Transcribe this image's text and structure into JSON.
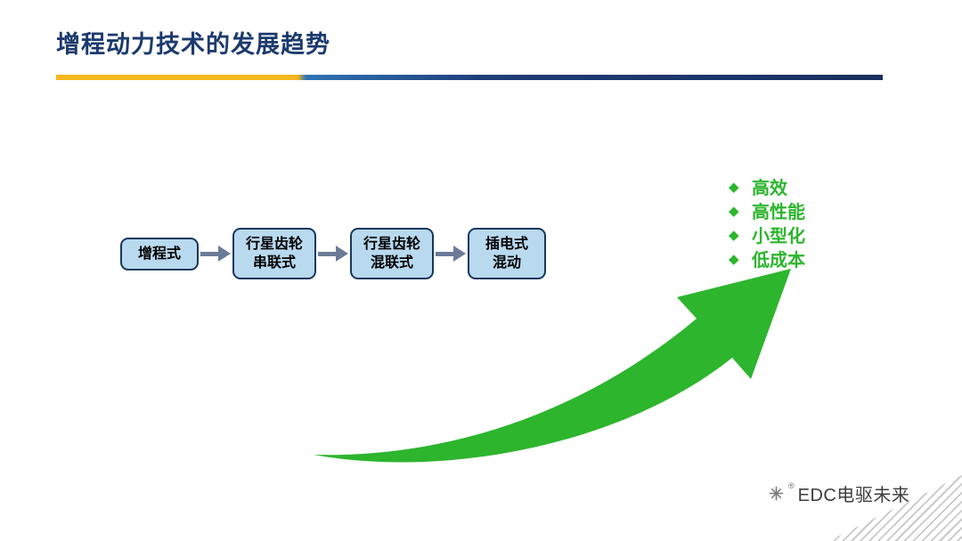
{
  "slide": {
    "title": "增程动力技术的发展趋势"
  },
  "flow": {
    "nodes": [
      {
        "lines": [
          "增程式"
        ]
      },
      {
        "lines": [
          "行星齿轮",
          "串联式"
        ]
      },
      {
        "lines": [
          "行星齿轮",
          "混联式"
        ]
      },
      {
        "lines": [
          "插电式",
          "混动"
        ]
      }
    ]
  },
  "benefits": {
    "bullet_glyph": "◆",
    "items": [
      "高效",
      "高性能",
      "小型化",
      "低成本"
    ]
  },
  "watermark": {
    "reg": "®",
    "text": "EDC电驱未来"
  },
  "colors": {
    "title_navy": "#1c3a6d",
    "divider_yellow": "#f6b71d",
    "divider_blue_mid": "#2e75b6",
    "divider_blue_dark": "#1a2f5e",
    "box_fill": "#b9d9ef",
    "box_border": "#17375e",
    "connector_gray_blue": "#6b7b97",
    "growth_green": "#2db52d",
    "benefit_green": "#2db52d",
    "watermark_gray": "#3d3d3d"
  }
}
